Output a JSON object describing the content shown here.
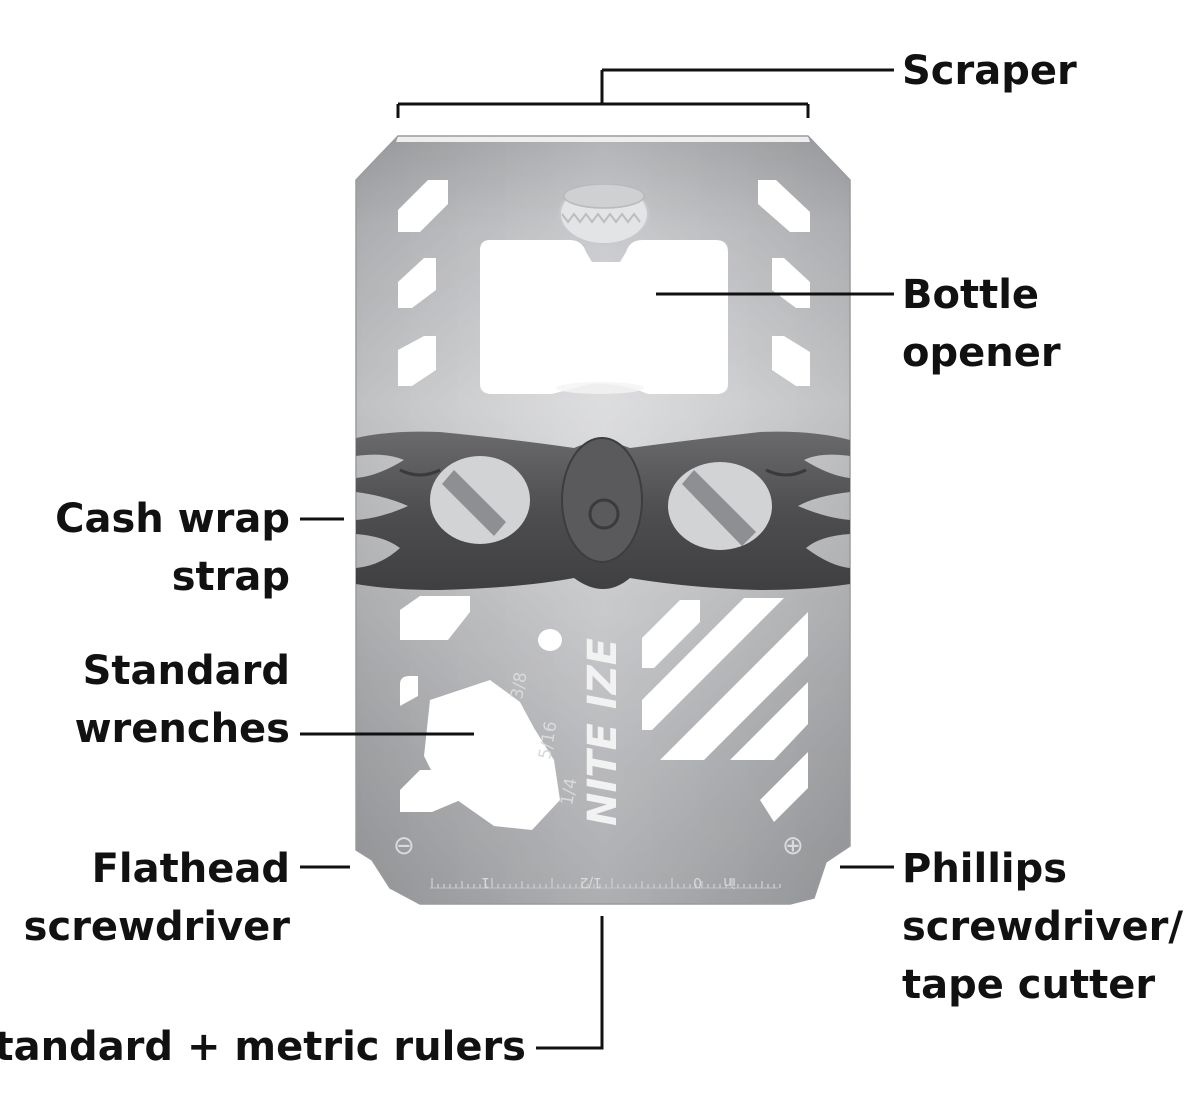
{
  "callouts": {
    "scraper": "Scraper",
    "bottle_opener": [
      "Bottle",
      "opener"
    ],
    "cash_wrap_strap": [
      "Cash wrap",
      "strap"
    ],
    "standard_wrenches": [
      "Standard",
      "wrenches"
    ],
    "flathead_screwdriver": [
      "Flathead",
      "screwdriver"
    ],
    "phillips_screwdriver": [
      "Phillips",
      "screwdriver/",
      "tape cutter"
    ],
    "rulers": "Standard + metric rulers"
  },
  "tool_markings": {
    "brand": "NITE IZE",
    "wrench_sizes": [
      "3/8",
      "5/16",
      "1/4"
    ],
    "ruler_inch_labels": [
      "1",
      "1/2",
      "0",
      "in"
    ],
    "flathead_symbol": "⊖",
    "phillips_symbol": "⊕"
  },
  "colors": {
    "steel_light": "#d3d4d6",
    "steel_mid": "#b4b5b8",
    "steel_dark": "#8e9094",
    "strap": "#535356",
    "label_text": "#111111",
    "leader_line": "#111111"
  }
}
